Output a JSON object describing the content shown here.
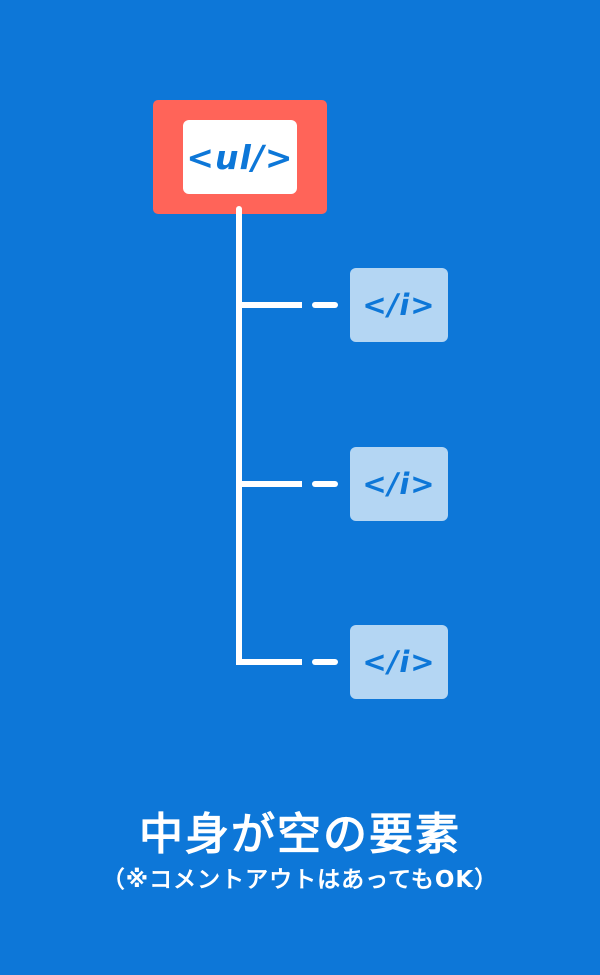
{
  "diagram": {
    "parent": {
      "label": "<ul/>",
      "color": "#ff6459"
    },
    "children": [
      {
        "label": "</i>"
      },
      {
        "label": "</i>"
      },
      {
        "label": "</i>"
      }
    ],
    "background": "#0d77d8",
    "child_color": "#b4d6f3"
  },
  "caption": {
    "title": "中身が空の要素",
    "subtitle": "（※コメントアウトはあってもOK）"
  }
}
